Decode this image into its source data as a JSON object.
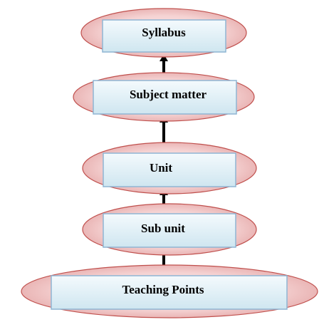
{
  "diagram": {
    "levels": [
      {
        "label": "Syllabus"
      },
      {
        "label": "Subject matter"
      },
      {
        "label": "Unit"
      },
      {
        "label": "Sub unit"
      },
      {
        "label": "Teaching Points"
      }
    ],
    "colors": {
      "ellipse_edge": "#c0504d",
      "ellipse_fill_center": "#fbeaea",
      "ellipse_fill_outer": "#eab6b6",
      "box_border": "#8fb5d3",
      "box_fill_top": "#f4fafd",
      "box_fill_bottom": "#cfe6f0",
      "arrow": "#000000"
    }
  }
}
